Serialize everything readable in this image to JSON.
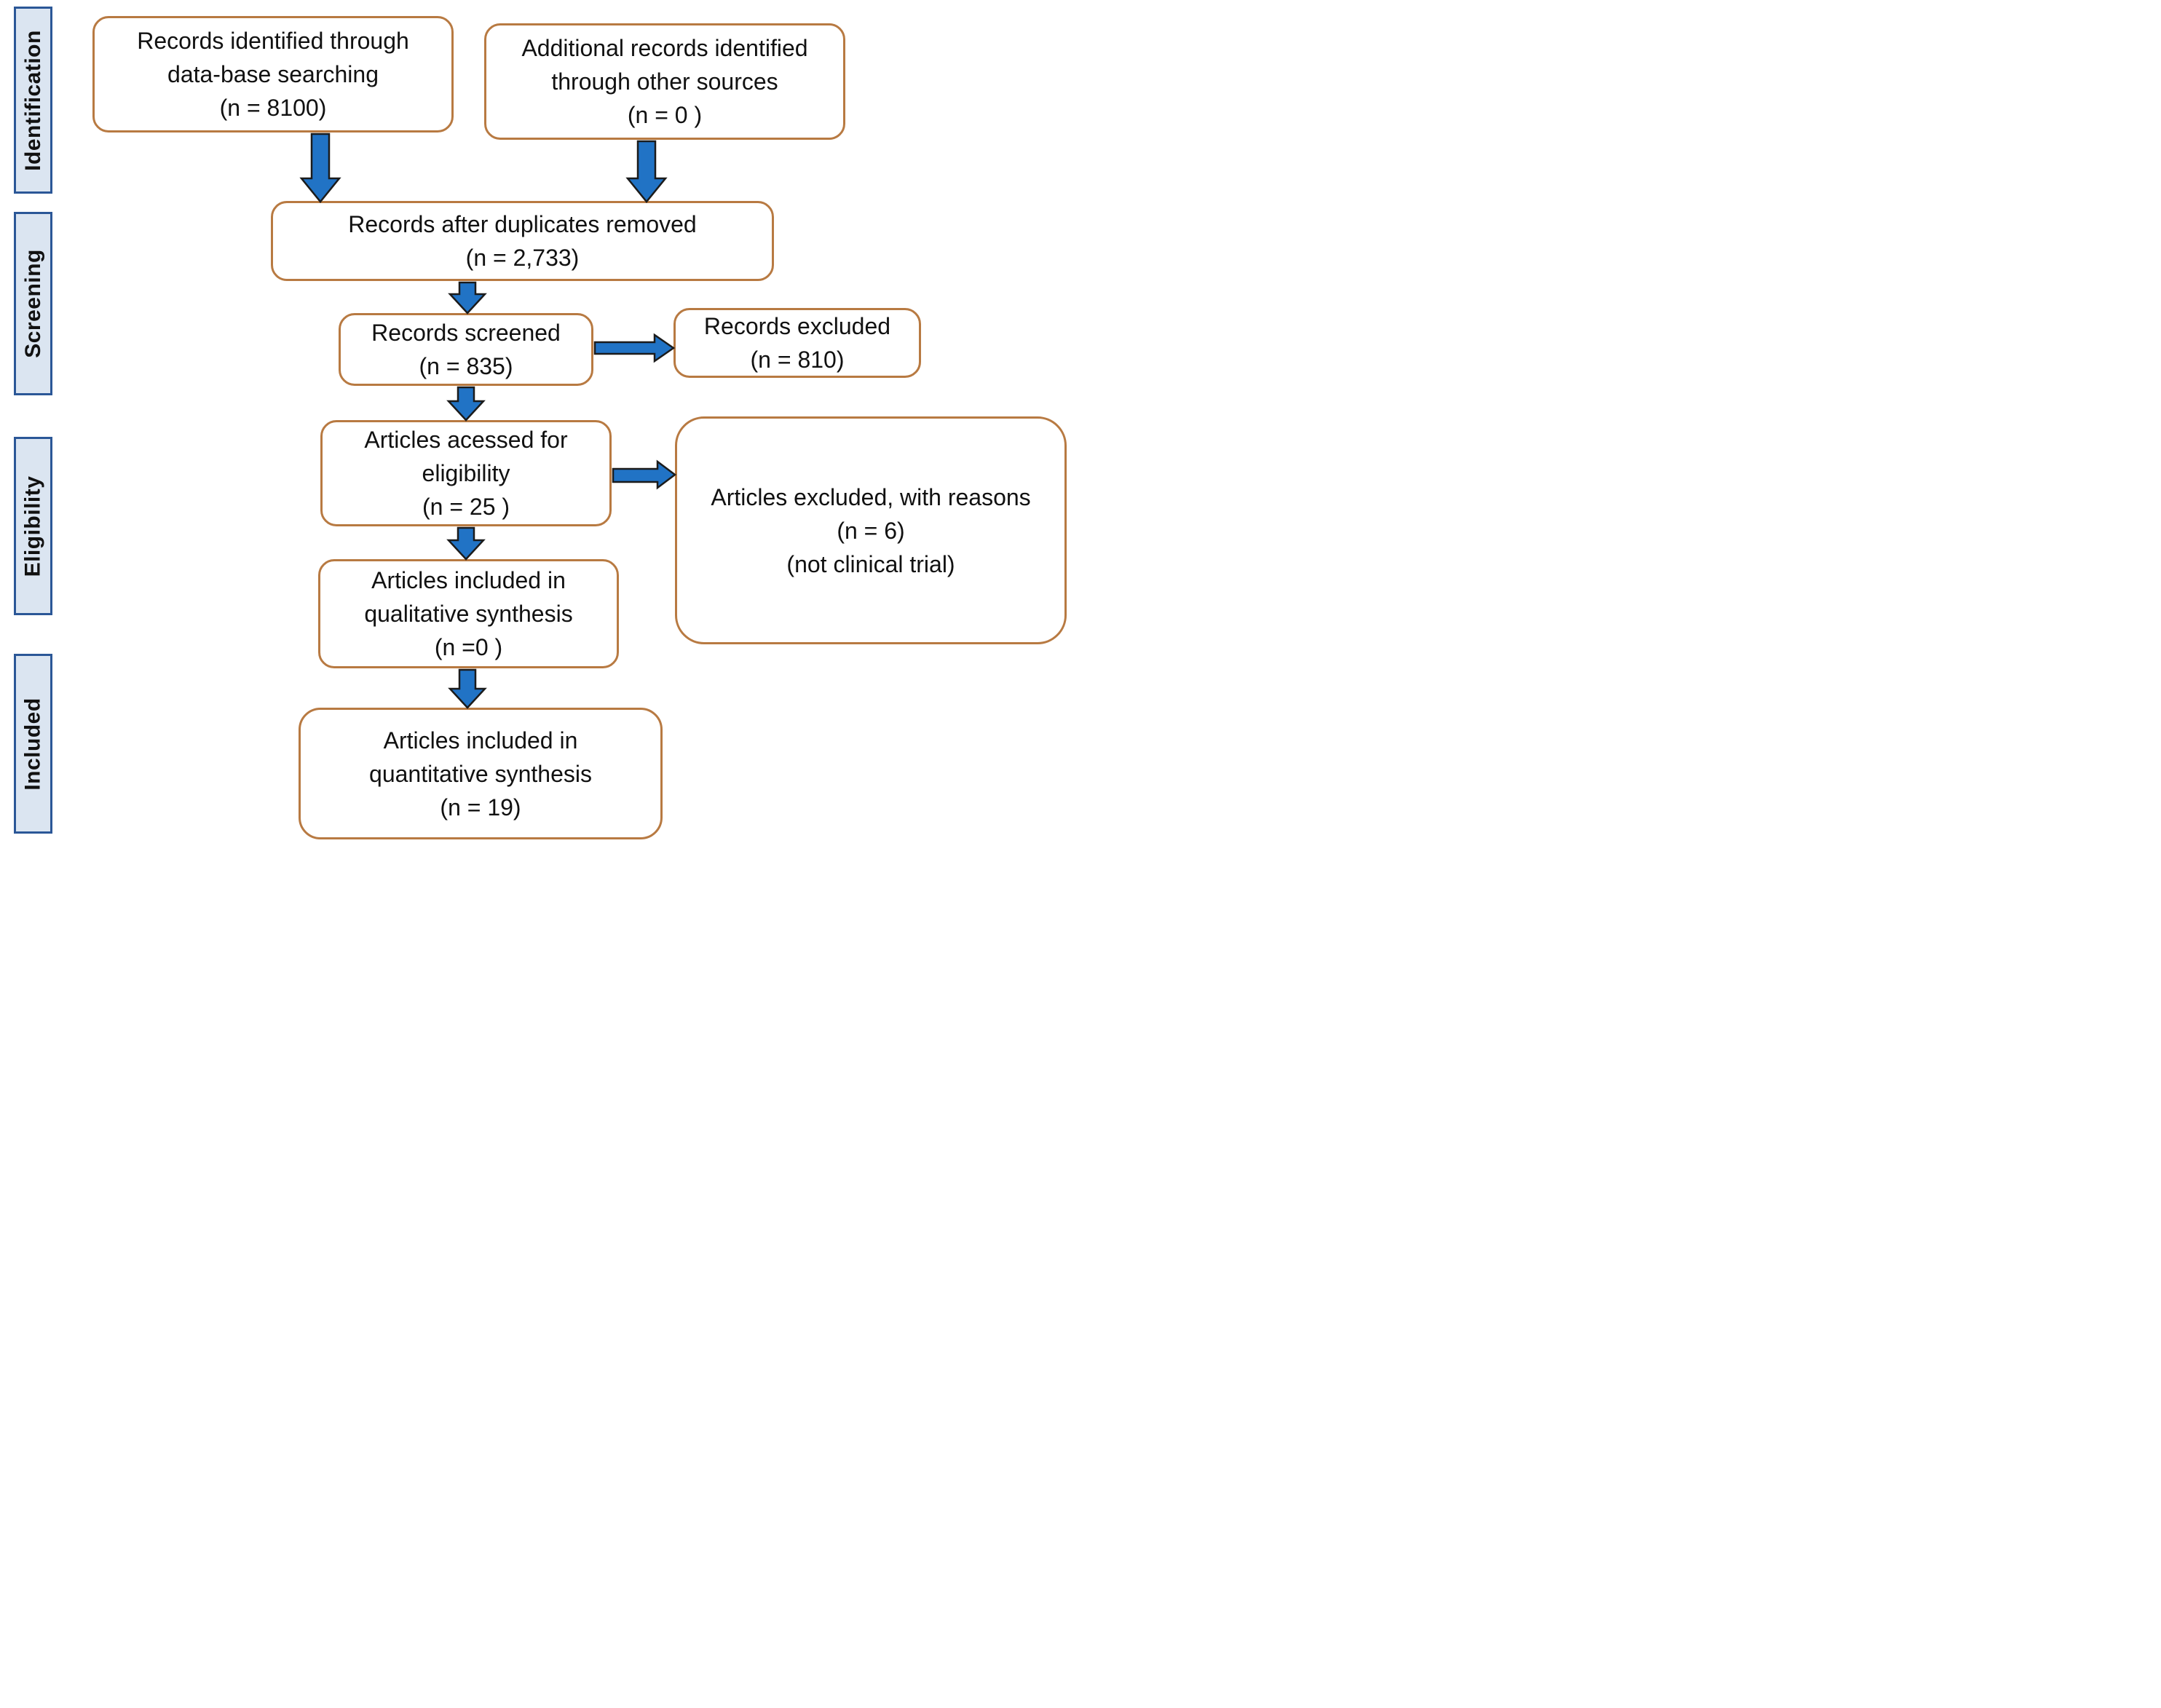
{
  "colors": {
    "box-border": "#b87a42",
    "arrow-fill": "#2173c5",
    "arrow-stroke": "#1b1b1b",
    "stage-fill": "#dbe5f1",
    "stage-border": "#2b5797",
    "text": "#111111",
    "background": "#ffffff"
  },
  "stages": [
    {
      "label": "Identification"
    },
    {
      "label": "Screening"
    },
    {
      "label": "Eligibility"
    },
    {
      "label": "Included"
    }
  ],
  "boxes": {
    "identified": {
      "lines": [
        "Records identified through",
        "data-base searching",
        "(n = 8100)"
      ]
    },
    "additional": {
      "lines": [
        "Additional records identified",
        "through other sources",
        "(n = 0 )"
      ]
    },
    "duplicates_removed": {
      "lines": [
        "Records after duplicates removed",
        "(n = 2,733)"
      ]
    },
    "screened": {
      "lines": [
        "Records screened",
        "(n = 835)"
      ]
    },
    "records_excluded": {
      "lines": [
        "Records excluded",
        "(n = 810)"
      ]
    },
    "assessed": {
      "lines": [
        "Articles acessed for",
        "eligibility",
        "(n = 25 )"
      ]
    },
    "articles_excluded": {
      "lines": [
        "Articles excluded, with reasons",
        "(n = 6)",
        "(not clinical trial)"
      ]
    },
    "qualitative": {
      "lines": [
        "Articles included in",
        "qualitative synthesis",
        "(n =0 )"
      ]
    },
    "quantitative": {
      "lines": [
        "Articles included in",
        "quantitative synthesis",
        "(n = 19)"
      ]
    }
  }
}
